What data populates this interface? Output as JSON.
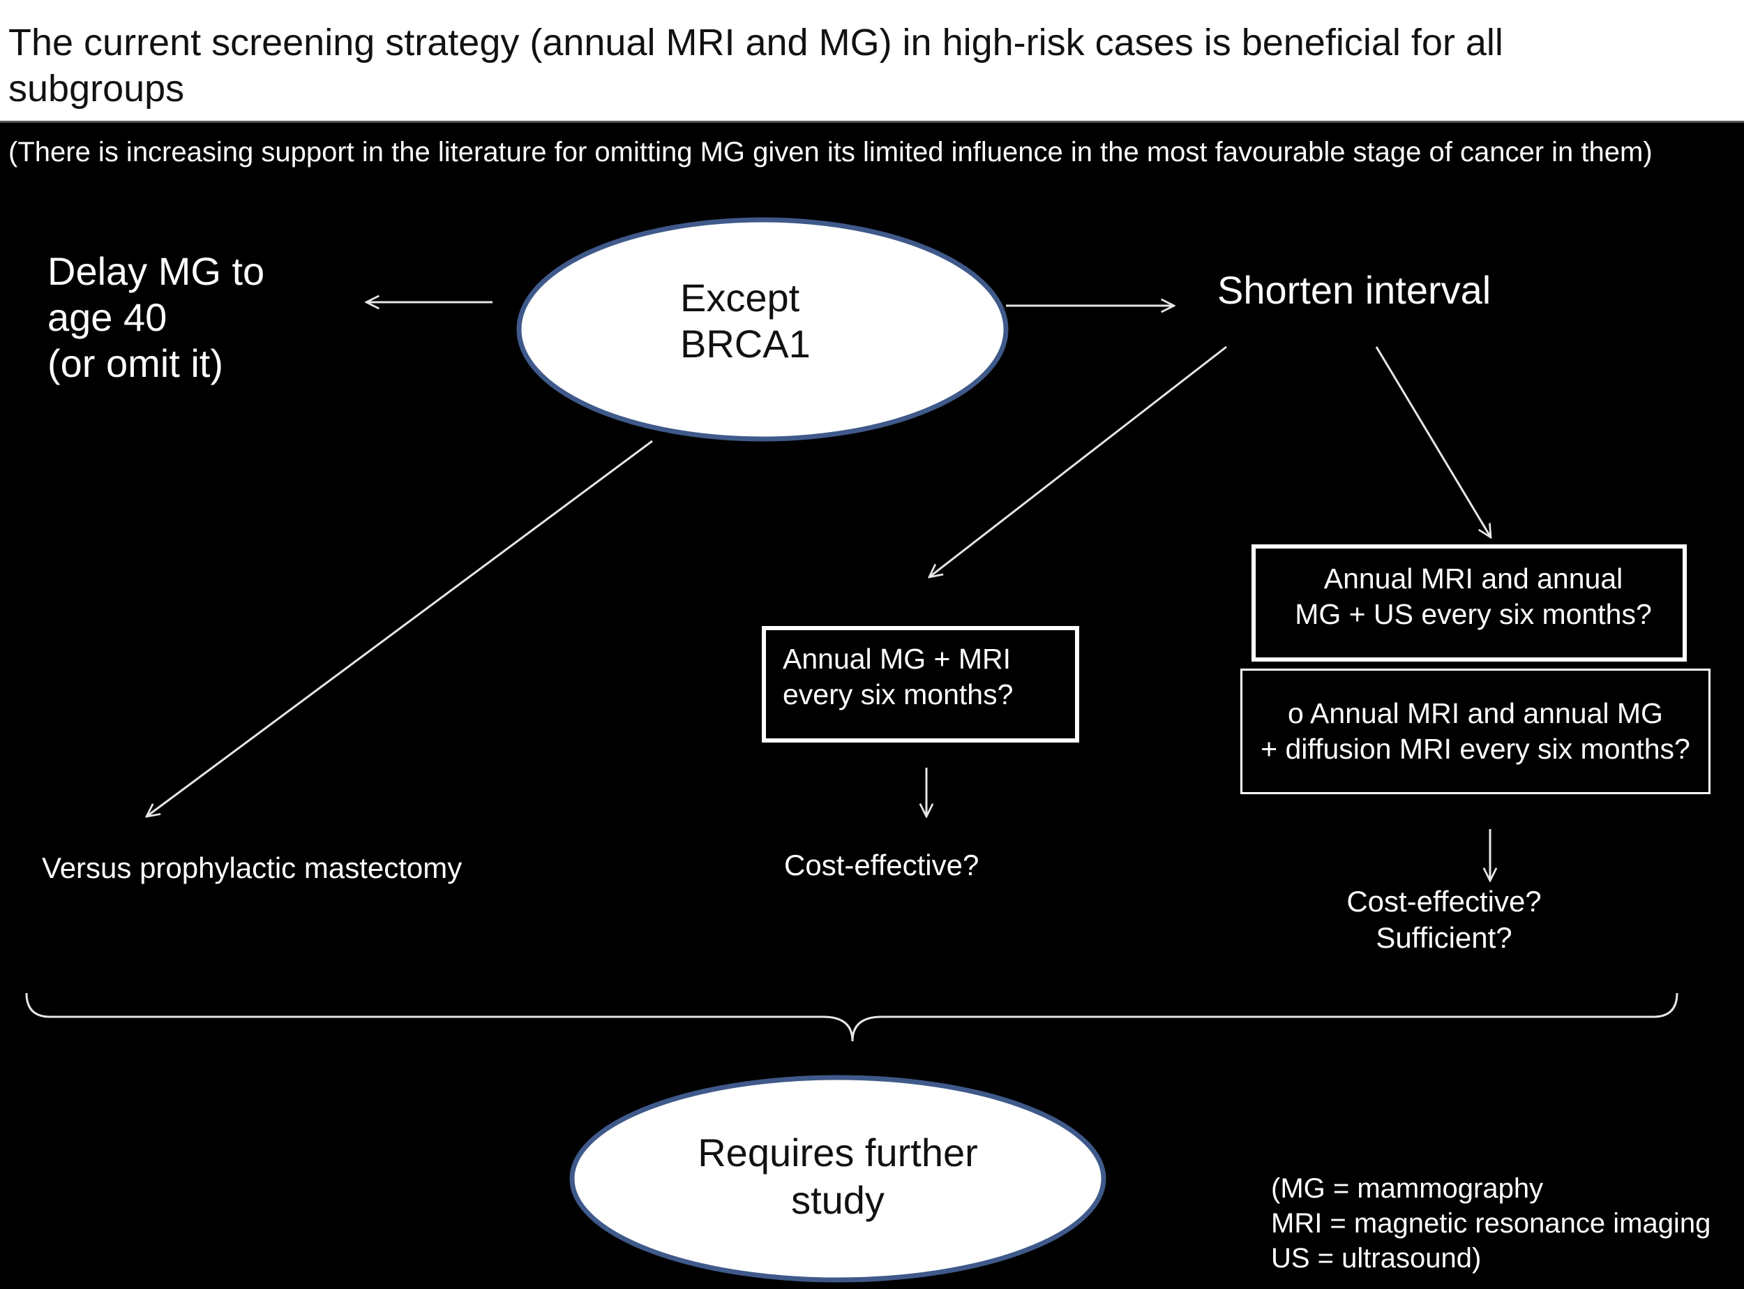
{
  "title": "The current screening strategy (annual MRI and MG) in high-risk cases is beneficial for all\n subgroups",
  "subtitle": "(There is increasing support in the literature for omitting MG given its limited influence in the most favourable stage of cancer in them)",
  "nodes": {
    "except_brca1": "Except\nBRCA1",
    "delay_mg": "Delay MG to\n age 40\n (or omit it)",
    "shorten_interval": "Shorten interval",
    "prophylactic": "Versus prophylactic mastectomy",
    "option_mg_mri": "Annual MG + MRI\nevery six months?",
    "cost_effective_mid": "Cost-effective?",
    "option_us": "Annual MRI and annual\nMG + US every six months?",
    "option_diffusion": "o Annual MRI and annual MG\n+ diffusion MRI every six months?",
    "cost_effective_right": "Cost-effective?\nSufficient?",
    "further_study": "Requires further\nstudy"
  },
  "legend": [
    "(MG = mammography",
    "MRI = magnetic resonance imaging",
    "US = ultrasound)"
  ],
  "colors": {
    "background": "#000000",
    "header_bg": "#ffffff",
    "ellipse_fill": "#ffffff",
    "ellipse_stroke": "#3f5a8a",
    "line": "#e6e6e6"
  }
}
